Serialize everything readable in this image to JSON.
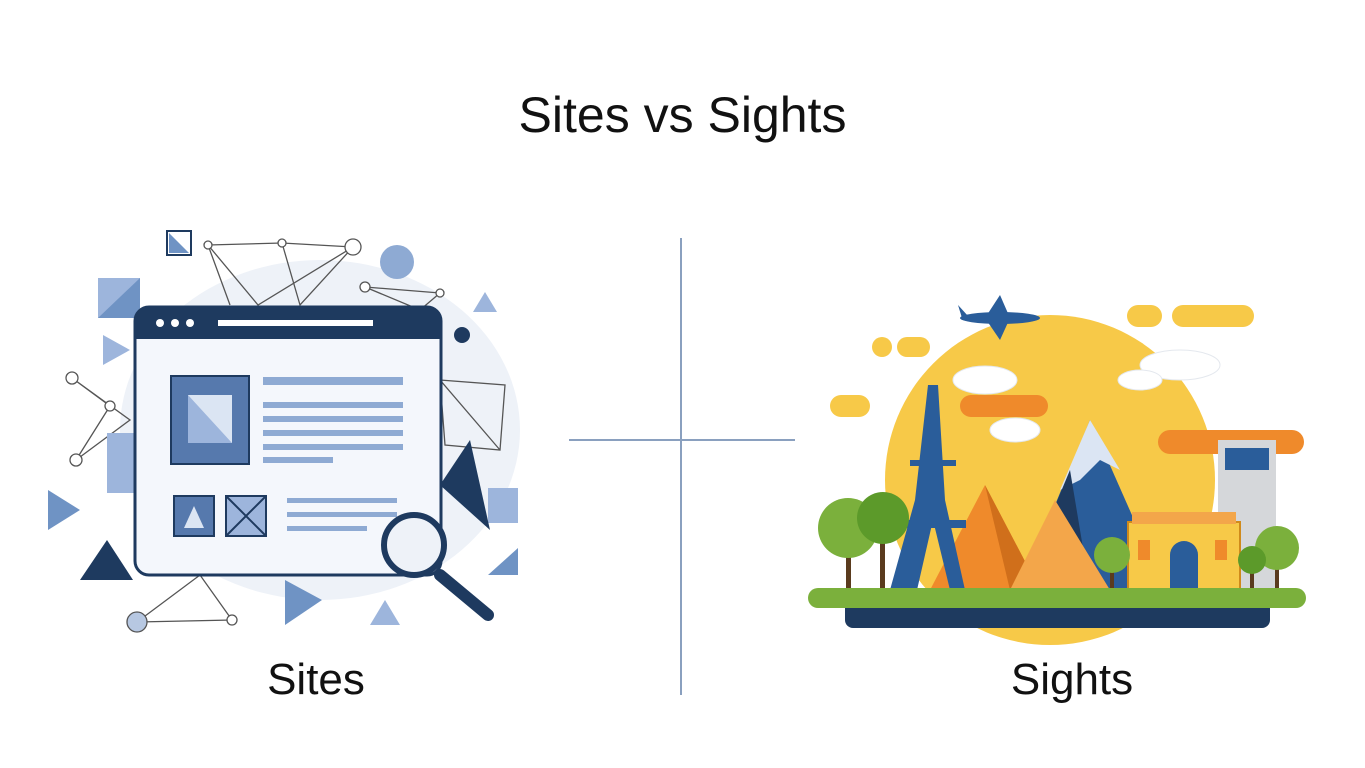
{
  "title": "Sites vs Sights",
  "left": {
    "label": "Sites"
  },
  "right": {
    "label": "Sights"
  },
  "colors": {
    "navy": "#1e3a5f",
    "blue": "#6f93c4",
    "light_blue": "#dbe5f3",
    "yellow": "#f7c948",
    "orange": "#ef8a2b",
    "green": "#7bb03c"
  }
}
